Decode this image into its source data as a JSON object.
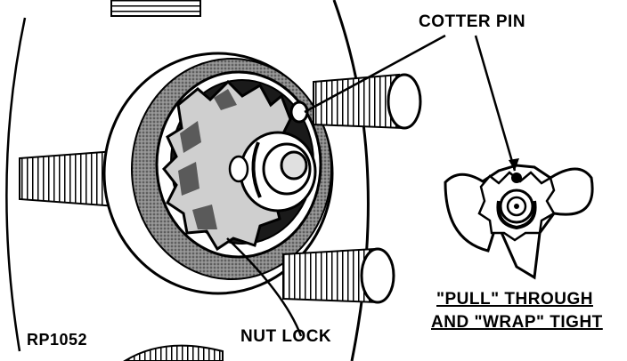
{
  "labels": {
    "cotter_pin": "COTTER PIN",
    "pull_line1": "\"PULL\" THROUGH",
    "pull_line2": "AND \"WRAP\" TIGHT",
    "nut_lock": "NUT LOCK",
    "ref_code": "RP1052"
  },
  "colors": {
    "ink": "#000000",
    "paper": "#ffffff",
    "shade": "#6e6e6e"
  }
}
